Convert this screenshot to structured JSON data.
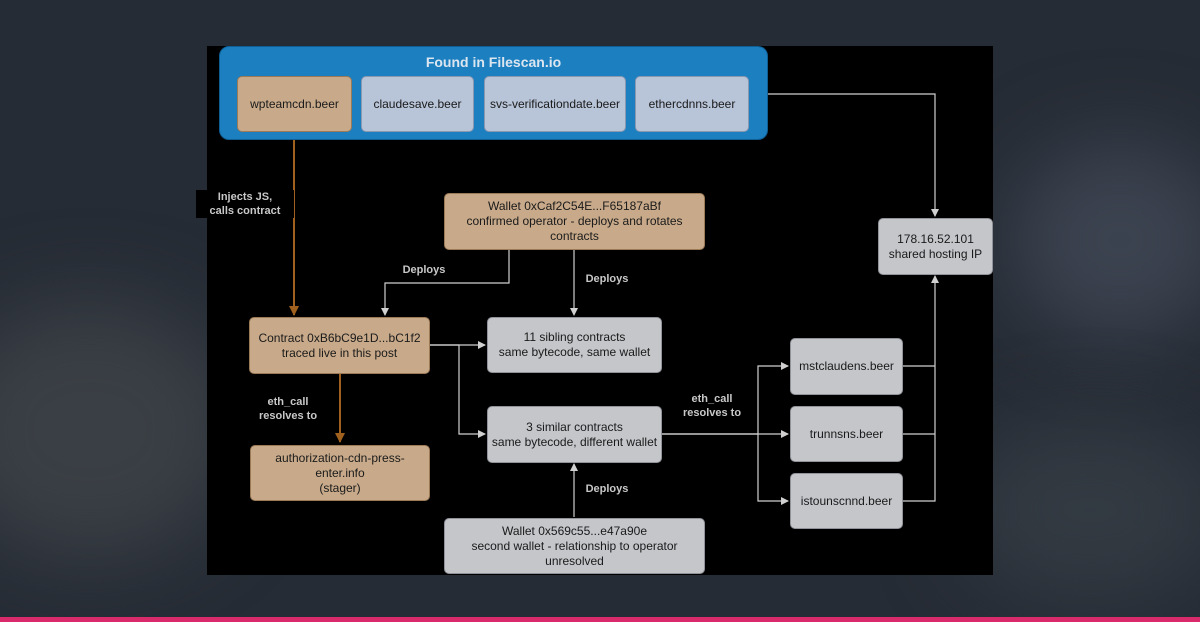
{
  "group": {
    "title": "Found in Filescan.io"
  },
  "domains": [
    {
      "label": "wpteamcdn.beer"
    },
    {
      "label": "claudesave.beer"
    },
    {
      "label": "svs-verificationdate.beer"
    },
    {
      "label": "ethercdnns.beer"
    }
  ],
  "nodes": {
    "wallet1": {
      "line1": "Wallet 0xCaf2C54E...F65187aBf",
      "line2": "confirmed operator - deploys and rotates contracts"
    },
    "contract": {
      "line1": "Contract 0xB6bC9e1D...bC1f2",
      "line2": "traced live in this post"
    },
    "siblings": {
      "line1": "11 sibling contracts",
      "line2": "same bytecode, same wallet"
    },
    "similar": {
      "line1": "3 similar contracts",
      "line2": "same bytecode, different wallet"
    },
    "stager": {
      "line1": "authorization-cdn-press-enter.info",
      "line2": "(stager)"
    },
    "wallet2": {
      "line1": "Wallet 0x569c55...e47a90e",
      "line2": "second wallet - relationship to operator unresolved"
    },
    "ip": {
      "line1": "178.16.52.101",
      "line2": "shared hosting IP"
    },
    "resolved": [
      {
        "label": "mstclaudens.beer"
      },
      {
        "label": "trunnsns.beer"
      },
      {
        "label": "istounscnnd.beer"
      }
    ]
  },
  "edge_labels": {
    "injects_line1": "Injects JS,",
    "injects_line2": "calls contract",
    "deploys": "Deploys",
    "eth_call_line1": "eth_call",
    "eth_call_line2": "resolves to"
  },
  "colors": {
    "group_fill": "#1b7fc0",
    "tan_node": "#c8aa8a",
    "blue_node": "#b8c4d8",
    "grey_node": "#c4c6ca",
    "brown_arrow": "#a0601e",
    "grey_arrow": "#d0d0d0",
    "bottom_bar": "#d92a6b"
  }
}
